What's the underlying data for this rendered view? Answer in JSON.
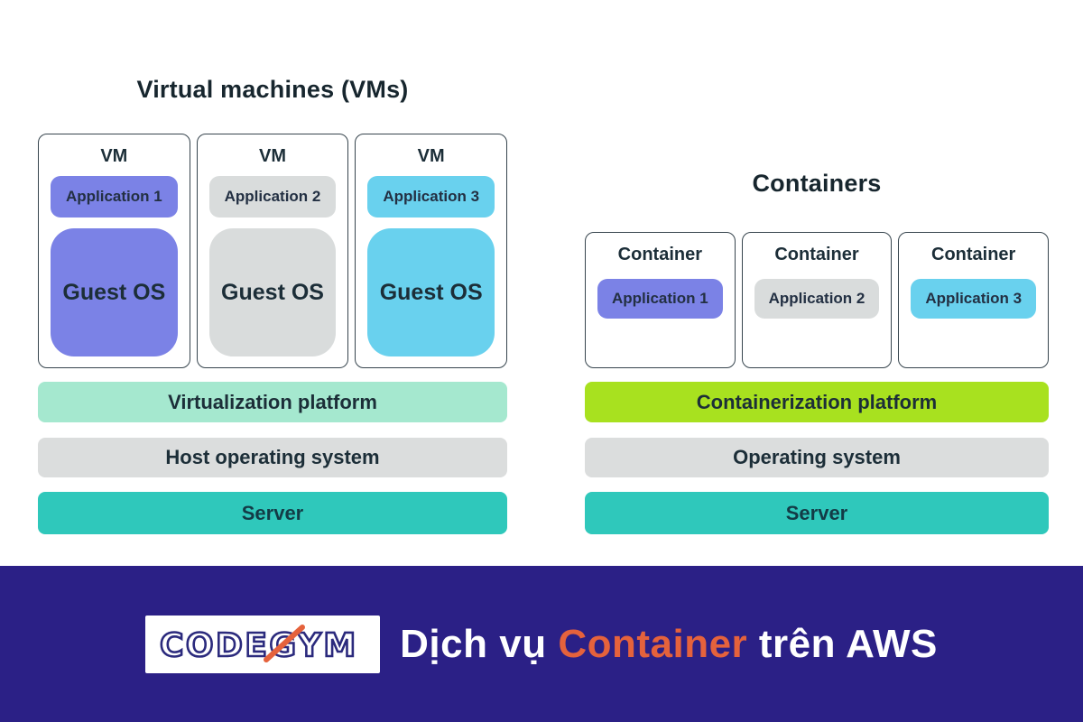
{
  "vm_section": {
    "title": "Virtual machines (VMs)",
    "cards": [
      {
        "label": "VM",
        "app": "Application 1",
        "os": "Guest OS",
        "color": "#7b82e6"
      },
      {
        "label": "VM",
        "app": "Application 2",
        "os": "Guest OS",
        "color": "#d9dcdc"
      },
      {
        "label": "VM",
        "app": "Application 3",
        "os": "Guest OS",
        "color": "#69d1ee"
      }
    ],
    "layers": [
      {
        "label": "Virtualization platform",
        "color": "#a5e8cf"
      },
      {
        "label": "Host operating system",
        "color": "#dbdddd"
      },
      {
        "label": "Server",
        "color": "#2fc8bb"
      }
    ]
  },
  "container_section": {
    "title": "Containers",
    "cards": [
      {
        "label": "Container",
        "app": "Application 1",
        "color": "#7b82e6"
      },
      {
        "label": "Container",
        "app": "Application 2",
        "color": "#d9dcdc"
      },
      {
        "label": "Container",
        "app": "Application 3",
        "color": "#69d1ee"
      }
    ],
    "layers": [
      {
        "label": "Containerization platform",
        "color": "#a8e11f"
      },
      {
        "label": "Operating system",
        "color": "#dbdddd"
      },
      {
        "label": "Server",
        "color": "#2fc8bb"
      }
    ]
  },
  "footer": {
    "background_color": "#2b2086",
    "logo_text": "CODEGYM",
    "logo_text_color": "#2b2a7d",
    "logo_slash_color": "#e5623c",
    "caption_parts": [
      {
        "text": "Dịch vụ ",
        "color": "#ffffff"
      },
      {
        "text": "Container",
        "color": "#e5623c"
      },
      {
        "text": " trên AWS",
        "color": "#ffffff"
      }
    ]
  }
}
